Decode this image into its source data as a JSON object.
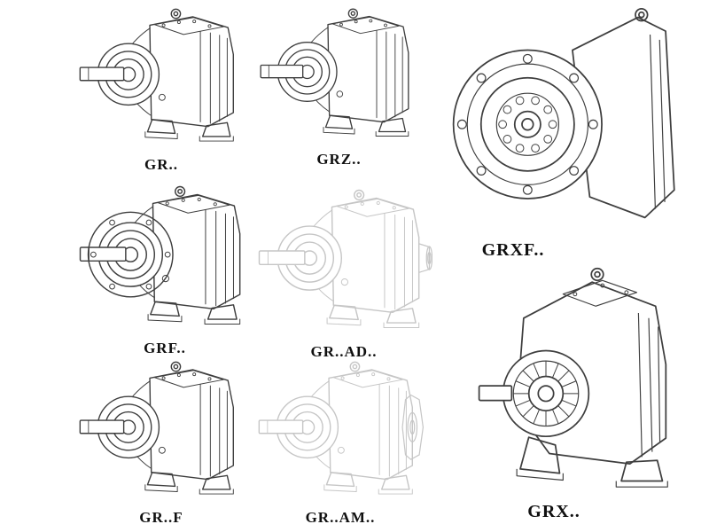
{
  "page": {
    "background": "#ffffff",
    "colors": {
      "solid_line": "#3e3e3e",
      "faded_line": "#c6c6c6",
      "label_text": "#101010"
    }
  },
  "figures": [
    {
      "name": "gr",
      "label": "GR..",
      "style": "solid"
    },
    {
      "name": "grz",
      "label": "GRZ..",
      "style": "solid"
    },
    {
      "name": "grxf",
      "label": "GRXF..",
      "style": "solid"
    },
    {
      "name": "grf",
      "label": "GRF..",
      "style": "solid"
    },
    {
      "name": "gr-ad",
      "label": "GR..AD..",
      "style": "faded"
    },
    {
      "name": "gr-f",
      "label": "GR..F",
      "style": "solid"
    },
    {
      "name": "gr-am",
      "label": "GR..AM..",
      "style": "faded"
    },
    {
      "name": "grx",
      "label": "GRX..",
      "style": "solid"
    }
  ]
}
